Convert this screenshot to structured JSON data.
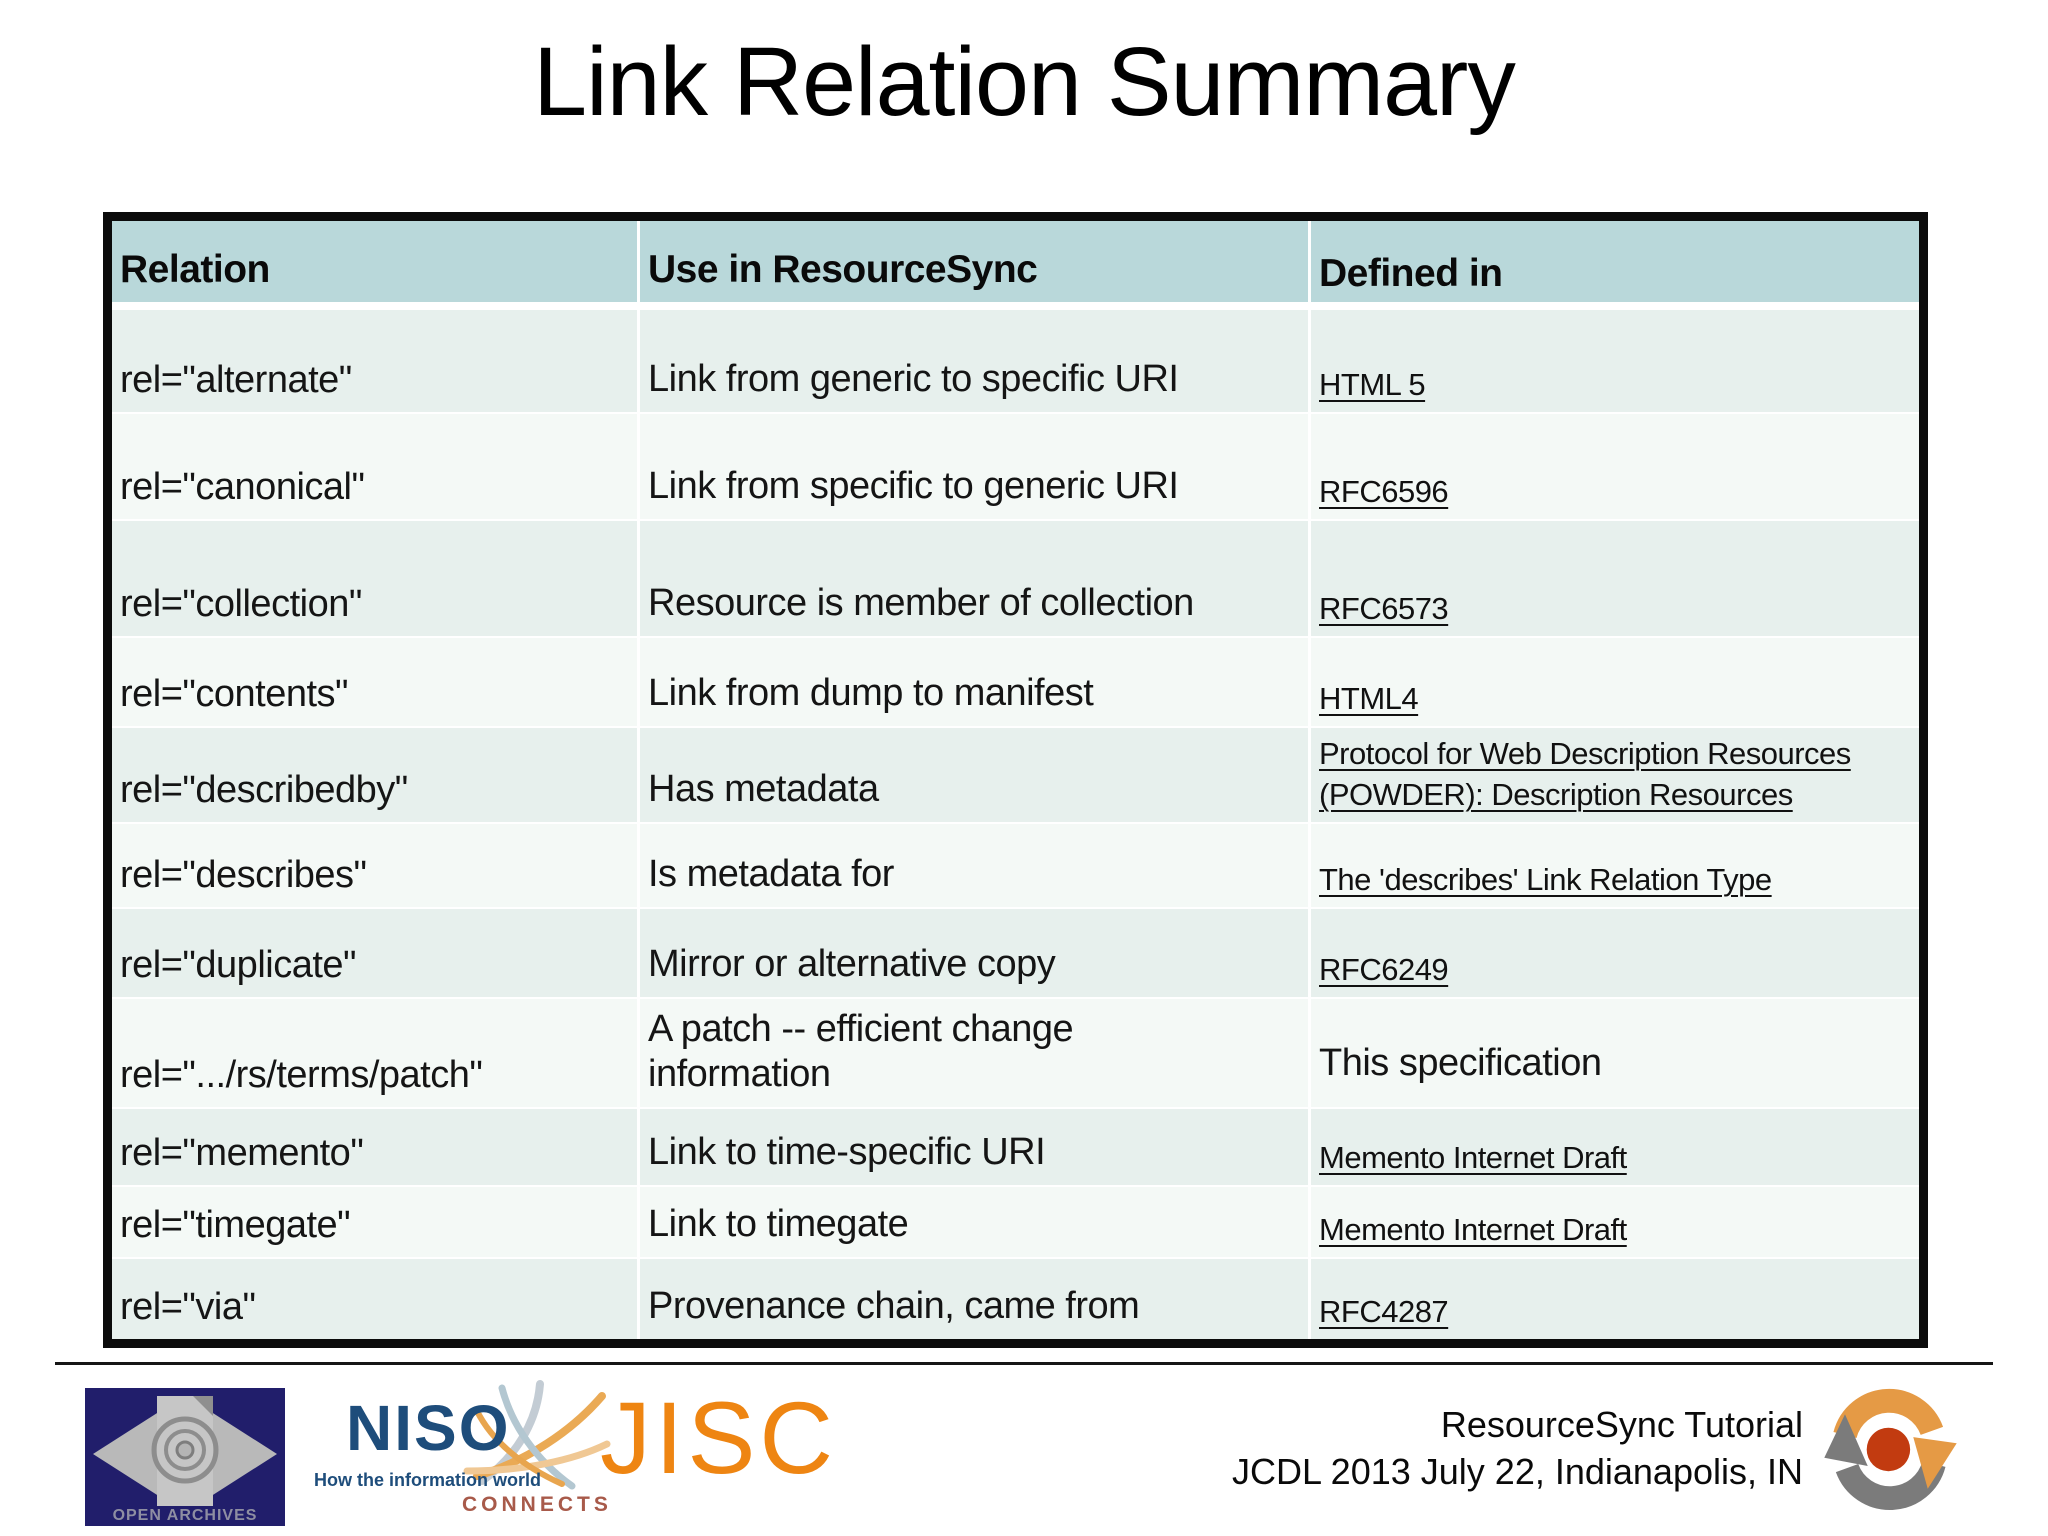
{
  "title": "Link Relation Summary",
  "table": {
    "headers": [
      "Relation",
      "Use in ResourceSync",
      "Defined in"
    ],
    "rows": [
      {
        "relation": "rel=\"alternate\"",
        "use": "Link from generic to specific URI",
        "defined": "HTML 5",
        "link": true
      },
      {
        "relation": "rel=\"canonical\"",
        "use": "Link from specific to generic URI",
        "defined": "RFC6596",
        "link": true
      },
      {
        "relation": "rel=\"collection\"",
        "use": "Resource is member of collection",
        "defined": "RFC6573",
        "link": true
      },
      {
        "relation": "rel=\"contents\"",
        "use": "Link from dump to manifest",
        "defined": "HTML4",
        "link": true
      },
      {
        "relation": "rel=\"describedby\"",
        "use": "Has metadata",
        "defined": "Protocol for Web Description Resources (POWDER): Description Resources",
        "link": true
      },
      {
        "relation": "rel=\"describes\"",
        "use": "Is metadata for",
        "defined": "The 'describes' Link Relation Type",
        "link": true
      },
      {
        "relation": "rel=\"duplicate\"",
        "use": "Mirror or alternative copy",
        "defined": "RFC6249",
        "link": true
      },
      {
        "relation": "rel=\".../rs/terms/patch\"",
        "use": "A patch -- efficient change information",
        "defined": "This specification",
        "link": false
      },
      {
        "relation": "rel=\"memento\"",
        "use": "Link to time-specific URI",
        "defined": "Memento Internet Draft",
        "link": true
      },
      {
        "relation": "rel=\"timegate\"",
        "use": "Link to timegate",
        "defined": "Memento Internet Draft",
        "link": true
      },
      {
        "relation": "rel=\"via\"",
        "use": "Provenance chain, came from",
        "defined": "RFC4287",
        "link": true
      }
    ]
  },
  "footer": {
    "credit": {
      "line1": "ResourceSync Tutorial",
      "line2": "JCDL 2013 July 22, Indianapolis, IN"
    },
    "open_archives_label": "OPEN ARCHIVES",
    "niso": {
      "name": "NISO",
      "tagline": "How the information world",
      "connects": "CONNECTS"
    },
    "jisc_label": "JISC"
  },
  "colors": {
    "header_bg": "#b9d8da",
    "row_dark": "#e7f0ed",
    "row_light": "#f4f9f6",
    "table_border": "#0b0b0b",
    "jisc_orange": "#ee8512",
    "niso_blue": "#1e4d7b",
    "connects_red": "#a85a4a",
    "open_archives_navy": "#211e6b",
    "sync_arrow_orange": "#e59a45",
    "sync_arrow_gray": "#7b7b7b",
    "sync_center_red": "#c23b10"
  }
}
